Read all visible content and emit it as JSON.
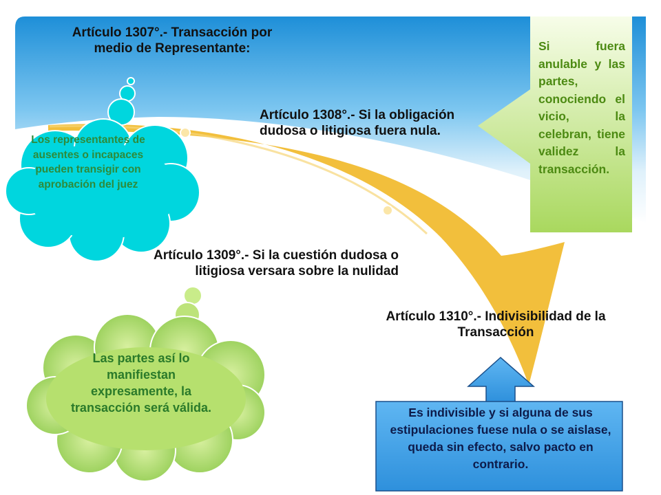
{
  "articles": {
    "a1307": "Artículo 1307°.- Transacción por medio de Representante:",
    "a1308": "Artículo 1308°.- Si la obligación dudosa o litigiosa fuera nula.",
    "a1309": "Artículo 1309°.- Si la cuestión dudosa o litigiosa versara sobre la nulidad",
    "a1310": "Artículo 1310°.- Indivisibilidad de la Transacción"
  },
  "notes": {
    "representatives": "Los representantes de ausentes o incapaces pueden transigir con aprobación del juez",
    "parties": "Las partes así lo manifiestan expresamente, la transacción será válida.",
    "annulable": "Si fuera anulable y las partes, conociendo el vicio, la celebran, tiene validez la transacción.",
    "indivisible": "Es indivisible y si alguna de sus estipulaciones fuese nula o se aislase, queda sin efecto, salvo pacto en contrario."
  },
  "colors": {
    "sky_top": "#1e8fd8",
    "sky_light": "#dff1fb",
    "arrow": "#f2bf3c",
    "cyan_cloud": "#00d6de",
    "green_cloud": "#a6d96a",
    "callout_green": "#b2e06c",
    "blue_arrow": "#3da2ec"
  }
}
